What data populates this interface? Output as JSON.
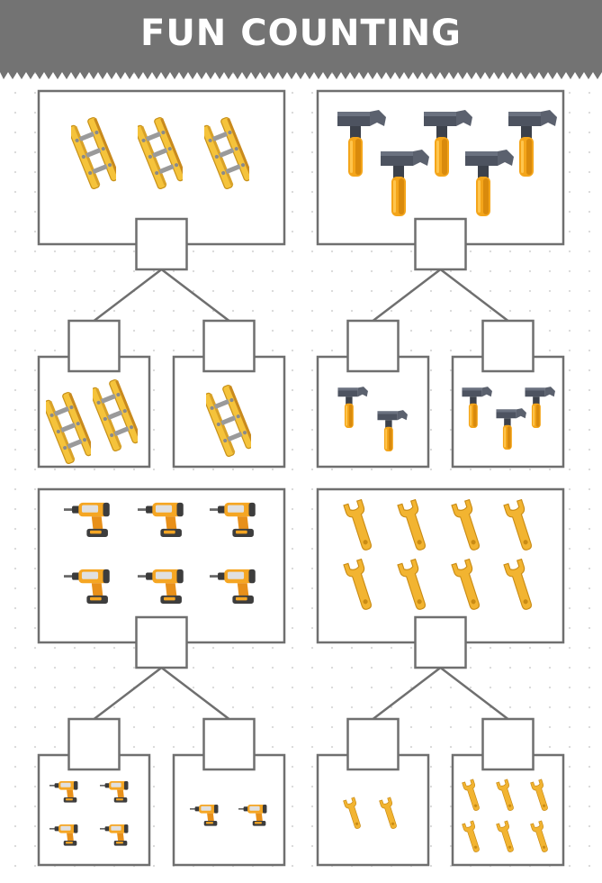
{
  "header": {
    "title": "FUN COUNTING",
    "bg_color": "#737373",
    "text_color": "#ffffff"
  },
  "colors": {
    "box_stroke": "#6f6f6f",
    "page_bg": "#ffffff",
    "dot": "#d9d9d9"
  },
  "puzzles": [
    {
      "id": "ladders",
      "icon": "ladder-icon",
      "total_count": 3,
      "groups": [
        {
          "count": 2
        },
        {
          "count": 1
        }
      ]
    },
    {
      "id": "hammers",
      "icon": "hammer-icon",
      "total_count": 5,
      "groups": [
        {
          "count": 2
        },
        {
          "count": 3
        }
      ]
    },
    {
      "id": "drills",
      "icon": "drill-icon",
      "total_count": 6,
      "groups": [
        {
          "count": 4
        },
        {
          "count": 2
        }
      ]
    },
    {
      "id": "wrenches",
      "icon": "wrench-icon",
      "total_count": 8,
      "groups": [
        {
          "count": 2
        },
        {
          "count": 6
        }
      ]
    }
  ]
}
